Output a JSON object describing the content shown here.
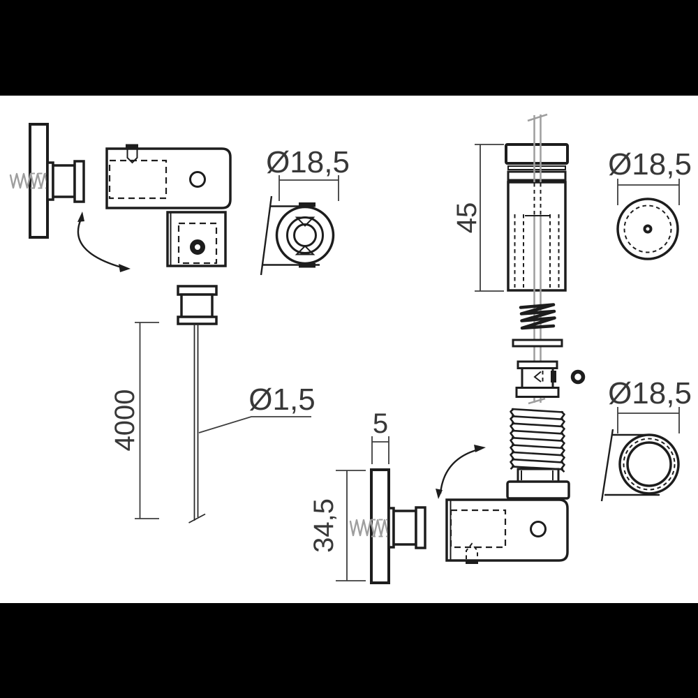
{
  "drawing": {
    "description": "Exploded technical drawing of a wall-mounted cable suspension / standoff fixing kit, two assembly views with dimension callouts",
    "colors": {
      "background": "#ffffff",
      "letterbox": "#000000",
      "outline": "#1d1d1d",
      "dimension_line": "#3d3d3d",
      "label_text": "#383838",
      "ghost_parts": "#9e9e9e"
    },
    "labels": {
      "connector_top_diameter": "Ø18,5",
      "standoff_cap_diameter": "Ø18,5",
      "standoff_body_diameter": "Ø18,5",
      "standoff_length": "45",
      "cable_length": "4000",
      "cable_diameter": "Ø1,5",
      "wall_plate_thickness": "5",
      "wall_plate_height": "34,5"
    },
    "views": [
      "wall-plate-with-screw-left",
      "angle-connector-side-view",
      "connector-top-view",
      "cable-with-end-fitting",
      "standoff-exploded-view",
      "standoff-cap-top-view",
      "standoff-body-bottom-view",
      "wall-plate-with-screw-bottom"
    ]
  }
}
